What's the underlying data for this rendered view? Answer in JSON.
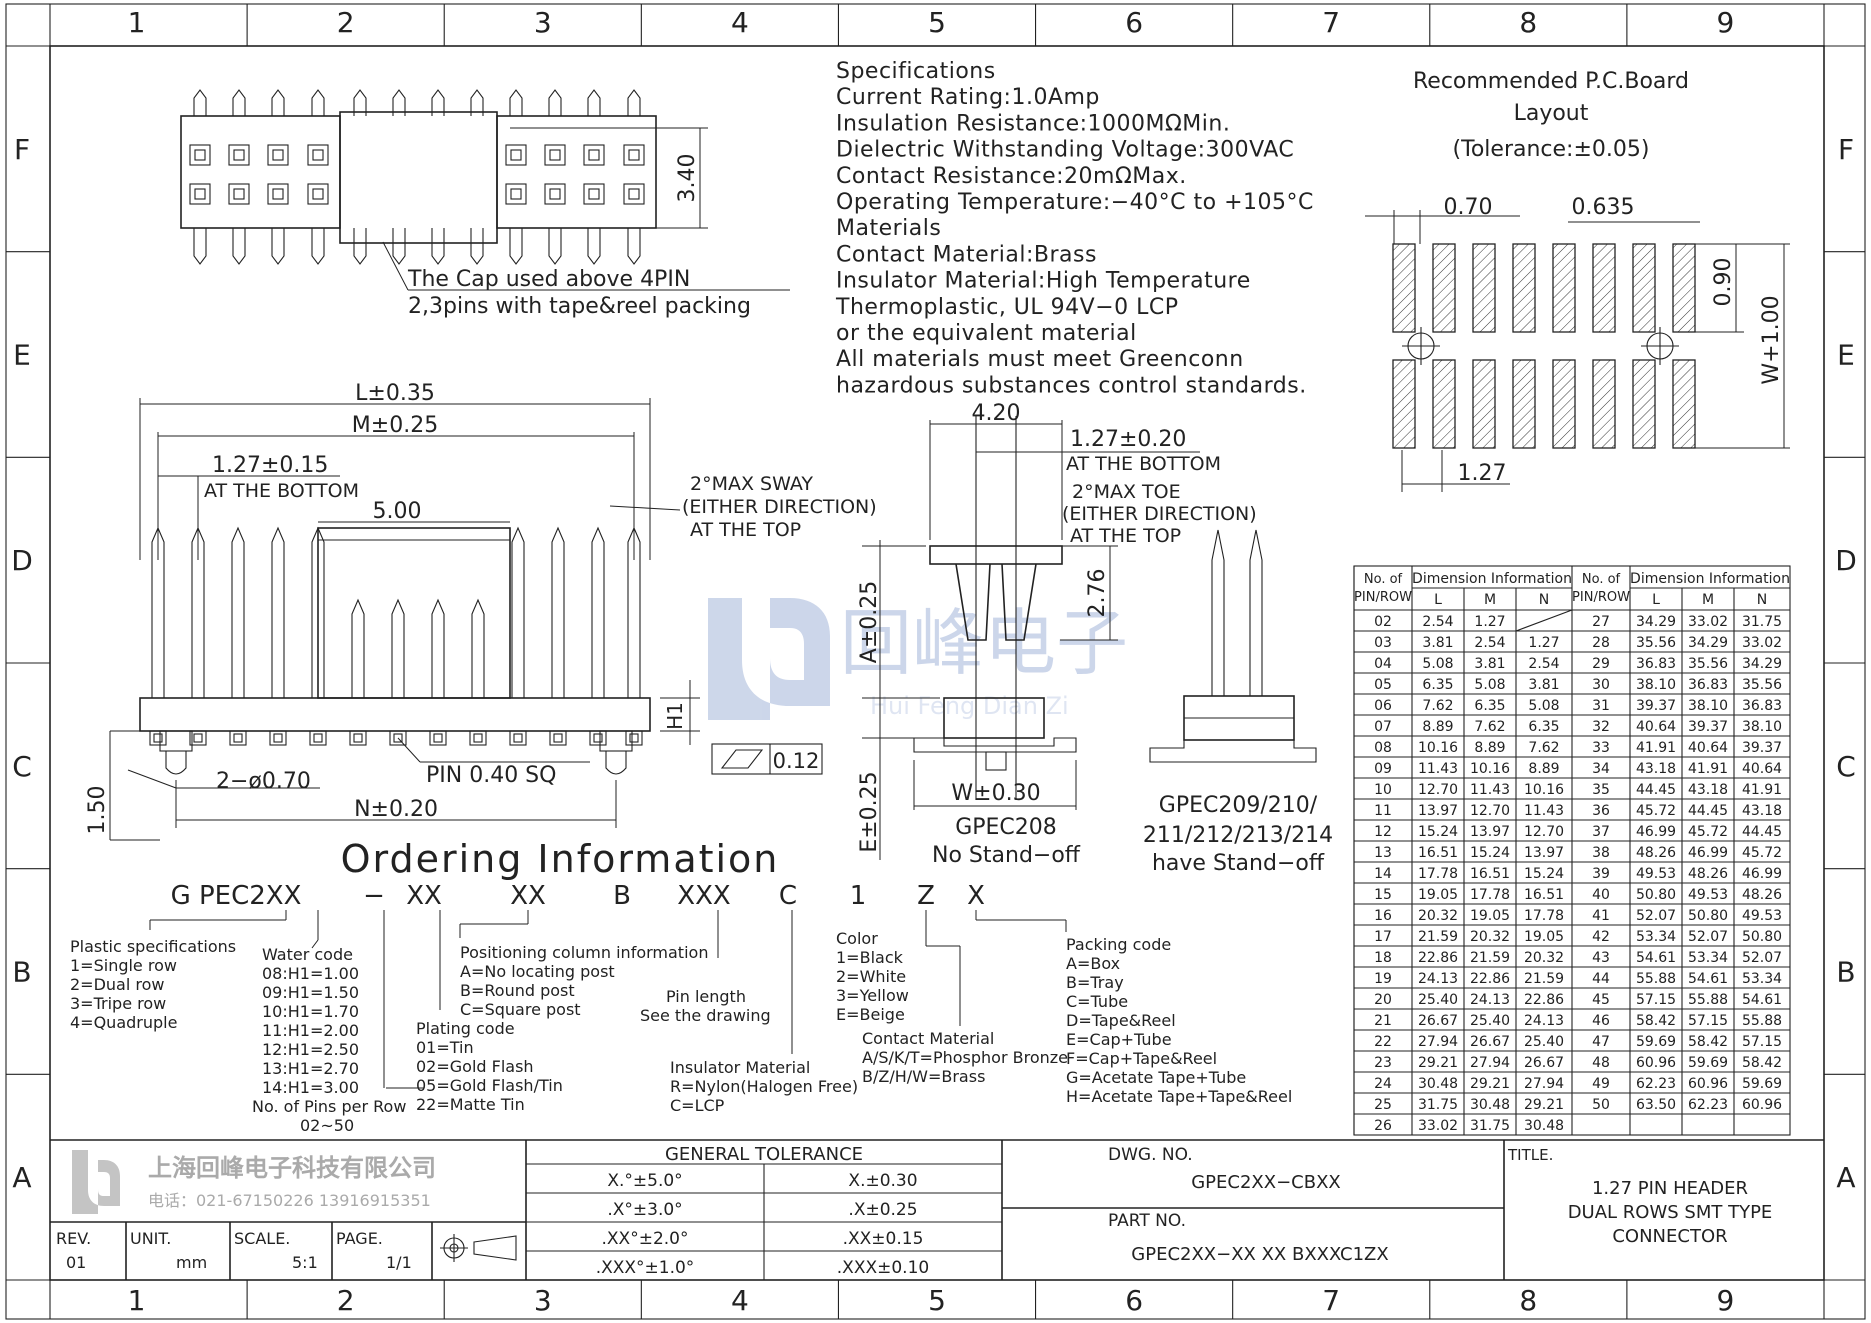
{
  "grid": {
    "cols": [
      "1",
      "2",
      "3",
      "4",
      "5",
      "6",
      "7",
      "8",
      "9"
    ],
    "rows": [
      "F",
      "E",
      "D",
      "C",
      "B",
      "A"
    ]
  },
  "specs": {
    "lines": [
      "Specifications",
      "Current Rating:1.0Amp",
      "Insulation Resistance:1000MΩMin.",
      "Dielectric Withstanding Voltage:300VAC",
      "Contact Resistance:20mΩMax.",
      "Operating Temperature:−40°C to +105°C",
      "Materials",
      "Contact Material:Brass",
      "Insulator Material:High Temperature",
      "Thermoplastic, UL 94V−0 LCP",
      "or the equivalent material",
      "All materials must meet Greenconn",
      "hazardous substances control standards."
    ]
  },
  "pcb": {
    "title": [
      "Recommended P.C.Board",
      "Layout",
      "(Tolerance:±0.05)"
    ],
    "dim_070": "0.70",
    "dim_0635": "0.635",
    "dim_090": "0.90",
    "dim_w100": "W+1.00",
    "dim_127": "1.27"
  },
  "topview": {
    "dim_340": "3.40",
    "note1": "The Cap used above 4PIN",
    "note2": "2,3pins with tape&reel packing"
  },
  "sideview": {
    "dim_L": "L±0.35",
    "dim_M": "M±0.25",
    "dim_127": "1.27±0.15",
    "at_bottom": "AT THE BOTTOM",
    "dim_500": "5.00",
    "sway": [
      "2°MAX SWAY",
      "(EITHER DIRECTION)",
      "AT THE TOP"
    ],
    "dim_H1": "H1",
    "dim_070": "2−ø0.70",
    "pin_sq": "PIN 0.40 SQ",
    "dim_012": "0.12",
    "dim_150": "1.50",
    "dim_N": "N±0.20"
  },
  "endview": {
    "dim_420": "4.20",
    "dim_127": "1.27±0.20",
    "at_bottom": "AT THE BOTTOM",
    "toe": [
      "2°MAX TOE",
      "(EITHER DIRECTION)",
      "AT THE TOP"
    ],
    "dim_276": "2.76",
    "dim_A": "A±0.25",
    "dim_E": "E±0.25",
    "dim_W": "W±0.30",
    "label": [
      "GPEC208",
      "No Stand−off"
    ],
    "label2": [
      "GPEC209/210/",
      "211/212/213/214",
      "have Stand−off"
    ]
  },
  "watermark": {
    "cn": "回峰电子",
    "py": "Hui Feng Dian Zi"
  },
  "ordering": {
    "title": "Ordering Information",
    "codes": [
      "G PEC2XX",
      "−",
      "XX",
      "XX",
      "B",
      "XXX",
      "C",
      "1",
      "Z",
      "X"
    ],
    "plastic": [
      "Plastic specifications",
      "1=Single row",
      "2=Dual row",
      "3=Tripe row",
      "4=Quadruple"
    ],
    "water": [
      "Water code",
      "08:H1=1.00",
      "09:H1=1.50",
      "10:H1=1.70",
      "11:H1=2.00",
      "12:H1=2.50",
      "13:H1=2.70",
      "14:H1=3.00",
      "No. of Pins per Row",
      "02~50"
    ],
    "position": [
      "Positioning column information",
      "A=No locating post",
      "B=Round post",
      "C=Square post"
    ],
    "plating": [
      "Plating code",
      "01=Tin",
      "02=Gold Flash",
      "05=Gold Flash/Tin",
      "22=Matte Tin"
    ],
    "pinlen": [
      "Pin length",
      "See the drawing"
    ],
    "insulator": [
      "Insulator Material",
      "R=Nylon(Halogen Free)",
      "C=LCP"
    ],
    "color": [
      "Color",
      "1=Black",
      "2=White",
      "3=Yellow",
      "E=Beige"
    ],
    "contact": [
      "Contact Material",
      "A/S/K/T=Phosphor Bronze",
      "B/Z/H/W=Brass"
    ],
    "packing": [
      "Packing code",
      "A=Box",
      "B=Tray",
      "C=Tube",
      "D=Tape&Reel",
      "E=Cap+Tube",
      "F=Cap+Tape&Reel",
      "G=Acetate Tape+Tube",
      "H=Acetate Tape+Tape&Reel"
    ]
  },
  "table": {
    "h_pin": [
      "No. of",
      "PIN/ROW"
    ],
    "h_dim": "Dimension Information",
    "h_cols": [
      "L",
      "M",
      "N"
    ],
    "left": [
      [
        "02",
        "2.54",
        "1.27",
        ""
      ],
      [
        "03",
        "3.81",
        "2.54",
        "1.27"
      ],
      [
        "04",
        "5.08",
        "3.81",
        "2.54"
      ],
      [
        "05",
        "6.35",
        "5.08",
        "3.81"
      ],
      [
        "06",
        "7.62",
        "6.35",
        "5.08"
      ],
      [
        "07",
        "8.89",
        "7.62",
        "6.35"
      ],
      [
        "08",
        "10.16",
        "8.89",
        "7.62"
      ],
      [
        "09",
        "11.43",
        "10.16",
        "8.89"
      ],
      [
        "10",
        "12.70",
        "11.43",
        "10.16"
      ],
      [
        "11",
        "13.97",
        "12.70",
        "11.43"
      ],
      [
        "12",
        "15.24",
        "13.97",
        "12.70"
      ],
      [
        "13",
        "16.51",
        "15.24",
        "13.97"
      ],
      [
        "14",
        "17.78",
        "16.51",
        "15.24"
      ],
      [
        "15",
        "19.05",
        "17.78",
        "16.51"
      ],
      [
        "16",
        "20.32",
        "19.05",
        "17.78"
      ],
      [
        "17",
        "21.59",
        "20.32",
        "19.05"
      ],
      [
        "18",
        "22.86",
        "21.59",
        "20.32"
      ],
      [
        "19",
        "24.13",
        "22.86",
        "21.59"
      ],
      [
        "20",
        "25.40",
        "24.13",
        "22.86"
      ],
      [
        "21",
        "26.67",
        "25.40",
        "24.13"
      ],
      [
        "22",
        "27.94",
        "26.67",
        "25.40"
      ],
      [
        "23",
        "29.21",
        "27.94",
        "26.67"
      ],
      [
        "24",
        "30.48",
        "29.21",
        "27.94"
      ],
      [
        "25",
        "31.75",
        "30.48",
        "29.21"
      ],
      [
        "26",
        "33.02",
        "31.75",
        "30.48"
      ]
    ],
    "right": [
      [
        "27",
        "34.29",
        "33.02",
        "31.75"
      ],
      [
        "28",
        "35.56",
        "34.29",
        "33.02"
      ],
      [
        "29",
        "36.83",
        "35.56",
        "34.29"
      ],
      [
        "30",
        "38.10",
        "36.83",
        "35.56"
      ],
      [
        "31",
        "39.37",
        "38.10",
        "36.83"
      ],
      [
        "32",
        "40.64",
        "39.37",
        "38.10"
      ],
      [
        "33",
        "41.91",
        "40.64",
        "39.37"
      ],
      [
        "34",
        "43.18",
        "41.91",
        "40.64"
      ],
      [
        "35",
        "44.45",
        "43.18",
        "41.91"
      ],
      [
        "36",
        "45.72",
        "44.45",
        "43.18"
      ],
      [
        "37",
        "46.99",
        "45.72",
        "44.45"
      ],
      [
        "38",
        "48.26",
        "46.99",
        "45.72"
      ],
      [
        "39",
        "49.53",
        "48.26",
        "46.99"
      ],
      [
        "40",
        "50.80",
        "49.53",
        "48.26"
      ],
      [
        "41",
        "52.07",
        "50.80",
        "49.53"
      ],
      [
        "42",
        "53.34",
        "52.07",
        "50.80"
      ],
      [
        "43",
        "54.61",
        "53.34",
        "52.07"
      ],
      [
        "44",
        "55.88",
        "54.61",
        "53.34"
      ],
      [
        "45",
        "57.15",
        "55.88",
        "54.61"
      ],
      [
        "46",
        "58.42",
        "57.15",
        "55.88"
      ],
      [
        "47",
        "59.69",
        "58.42",
        "57.15"
      ],
      [
        "48",
        "60.96",
        "59.69",
        "58.42"
      ],
      [
        "49",
        "62.23",
        "60.96",
        "59.69"
      ],
      [
        "50",
        "63.50",
        "62.23",
        "60.96"
      ]
    ]
  },
  "titleblock": {
    "company": "上海回峰电子科技有限公司",
    "phone": "电话：021-67150226  13916915351",
    "rev_label": "REV.",
    "rev": "01",
    "unit_label": "UNIT.",
    "unit": "mm",
    "scale_label": "SCALE.",
    "scale": "5:1",
    "page_label": "PAGE.",
    "page": "1/1",
    "tol_title": "GENERAL TOLERANCE",
    "tol": [
      [
        "X.°±5.0°",
        "X.±0.30"
      ],
      [
        ".X°±3.0°",
        ".X±0.25"
      ],
      [
        ".XX°±2.0°",
        ".XX±0.15"
      ],
      [
        ".XXX°±1.0°",
        ".XXX±0.10"
      ]
    ],
    "dwg_label": "DWG. NO.",
    "dwg": "GPEC2XX−CBXX",
    "part_label": "PART NO.",
    "part": "GPEC2XX−XX XX BXXXC1ZX",
    "title_label": "TITLE.",
    "title": [
      "1.27 PIN HEADER",
      "DUAL ROWS SMT TYPE",
      "CONNECTOR"
    ]
  }
}
